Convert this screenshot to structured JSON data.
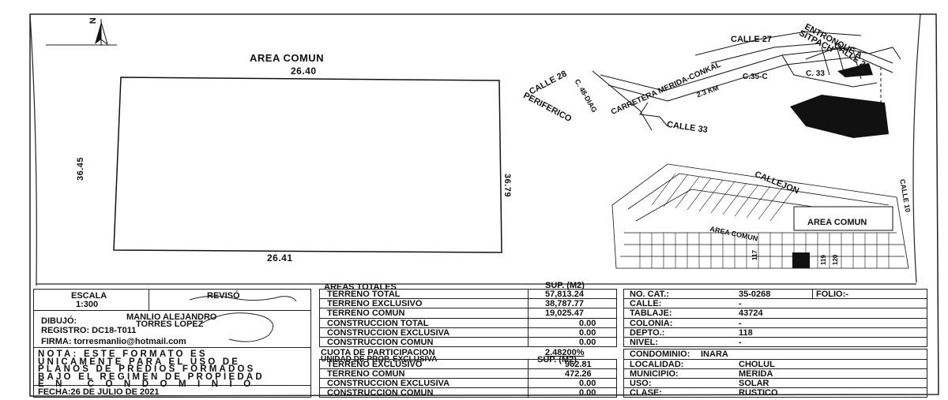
{
  "north_label": "N",
  "plot": {
    "area_comun_label": "AREA COMUN",
    "top_dim": "26.40",
    "bottom_dim": "26.41",
    "left_dim": "36.45",
    "right_dim": "36.79"
  },
  "location_map": {
    "labels": [
      "ENTRONQUE A",
      "SITPACH",
      "CALLE 27",
      "CALLE 25",
      "CALLE 28",
      "PERIFERICO",
      "C. 48-DIAG",
      "CARRETERA MERIDA-CONKAL",
      "C.35-C",
      "C. 33",
      "CALLE 33",
      "2.3 KM"
    ]
  },
  "subdivision_map": {
    "labels": [
      "CALLEJON",
      "CALLE 10",
      "AREA COMUN",
      "AREA COMUN",
      "117",
      "119",
      "120"
    ]
  },
  "title_block": {
    "escala_label": "ESCALA",
    "escala_value": "1:300",
    "reviso_label": "REVISÓ",
    "dibujo_label": "DIBUJÓ:",
    "dibujo_name_1": "MANLIO ALEJANDRO",
    "dibujo_name_2": "TORRES LOPEZ",
    "registro": "REGISTRO: DC18-T011",
    "firma": "FIRMA: torresmanlio@hotmail.com",
    "nota_lines": [
      "NOTA: ESTE FORMATO ES",
      "UNICAMENTE PARA EL USO DE",
      "PLANOS DE PREDIOS FORMADOS",
      "BAJO EL REGIMEN DE PROPIEDAD",
      "EN CONDOMINIO"
    ],
    "fecha": "FECHA:26 DE JULIO DE 2021"
  },
  "areas": {
    "header": "AREAS TOTALES",
    "sup_header": "SUP. (M2)",
    "rows": [
      {
        "label": "TERRENO TOTAL",
        "value": "57,813.24"
      },
      {
        "label": "TERRENO EXCLUSIVO",
        "value": "38,787.77"
      },
      {
        "label": "TERRENO COMUN",
        "value": "19,025.47"
      },
      {
        "label": "CONSTRUCCION TOTAL",
        "value": "0.00"
      },
      {
        "label": "CONSTRUCCION EXCLUSIVA",
        "value": "0.00"
      },
      {
        "label": "CONSTRUCCION COMUN",
        "value": "0.00"
      }
    ],
    "cuota_label": "CUOTA DE PARTICIPACION",
    "cuota_value": "2.48200%",
    "unidad_label": "UNIDAD DE PROP. EXCLUSIVA",
    "unidad_sup": "SUP. (M2)",
    "unit_rows": [
      {
        "label": "TERRENO EXCLUSIVO",
        "value": "962.81"
      },
      {
        "label": "TERRENO COMUN",
        "value": "472.26"
      },
      {
        "label": "CONSTRUCCION EXCLUSIVA",
        "value": "0.00"
      },
      {
        "label": "CONSTRUCCION COMUN",
        "value": "0.00"
      }
    ]
  },
  "cadastral": {
    "folio": "FOLIO:-",
    "rows": [
      {
        "label": "NO. CAT.:",
        "value": "35-0268"
      },
      {
        "label": "CALLE:",
        "value": "-"
      },
      {
        "label": "TABLAJE:",
        "value": "43724"
      },
      {
        "label": "COLONIA:",
        "value": "-"
      },
      {
        "label": "DEPTO.:",
        "value": "118"
      },
      {
        "label": "NIVEL:",
        "value": "-"
      }
    ],
    "rows2": [
      {
        "label": "CONDOMINIO:",
        "value": "INARA"
      },
      {
        "label": "LOCALIDAD:",
        "value": "CHOLUL"
      },
      {
        "label": "MUNICIPIO:",
        "value": "MERIDA"
      },
      {
        "label": "USO:",
        "value": "SOLAR"
      },
      {
        "label": "CLASE:",
        "value": "RUSTICO"
      }
    ]
  }
}
